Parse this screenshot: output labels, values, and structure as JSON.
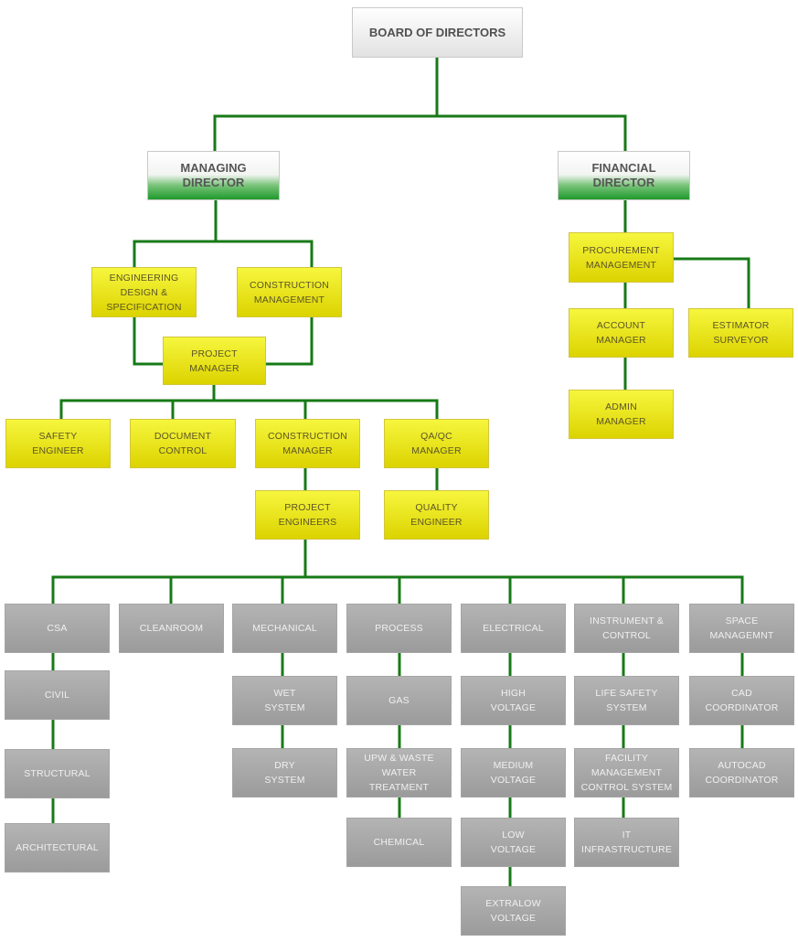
{
  "colors": {
    "connector": "#177a17",
    "yellow_box": "#e8e31a",
    "gray_box": "#a8a8a8",
    "green_accent": "#2a9a33"
  },
  "nodes": {
    "board": "BOARD OF DIRECTORS",
    "managing_director": "MANAGING\nDIRECTOR",
    "financial_director": "FINANCIAL\nDIRECTOR",
    "engineering_design": "ENGINEERING\nDESIGN &\nSPECIFICATION",
    "construction_management": "CONSTRUCTION\nMANAGEMENT",
    "project_manager": "PROJECT\nMANAGER",
    "safety_engineer": "SAFETY\nENGINEER",
    "document_control": "DOCUMENT\nCONTROL",
    "construction_manager": "CONSTRUCTION\nMANAGER",
    "qaqc_manager": "QA/QC\nMANAGER",
    "project_engineers": "PROJECT\nENGINEERS",
    "quality_engineer": "QUALITY\nENGINEER",
    "procurement_management": "PROCUREMENT\nMANAGEMENT",
    "account_manager": "ACCOUNT\nMANAGER",
    "estimator_surveyor": "ESTIMATOR\nSURVEYOR",
    "admin_manager": "ADMIN\nMANAGER",
    "csa": "CSA",
    "civil": "CIVIL",
    "structural": "STRUCTURAL",
    "architectural": "ARCHITECTURAL",
    "cleanroom": "CLEANROOM",
    "mechanical": "MECHANICAL",
    "wet_system": "WET\nSYSTEM",
    "dry_system": "DRY\nSYSTEM",
    "process": "PROCESS",
    "gas": "GAS",
    "upw_waste": "UPW & WASTE\nWATER\nTREATMENT",
    "chemical": "CHEMICAL",
    "electrical": "ELECTRICAL",
    "high_voltage": "HIGH\nVOLTAGE",
    "medium_voltage": "MEDIUM\nVOLTAGE",
    "low_voltage": "LOW\nVOLTAGE",
    "extralow_voltage": "EXTRALOW\nVOLTAGE",
    "instrument_control": "INSTRUMENT &\nCONTROL",
    "life_safety": "LIFE SAFETY\nSYSTEM",
    "facility_management": "FACILITY\nMANAGEMENT\nCONTROL SYSTEM",
    "it_infrastructure": "IT\nINFRASTRUCTURE",
    "space_management": "SPACE\nMANAGEMNT",
    "cad_coordinator": "CAD\nCOORDINATOR",
    "autocad_coordinator": "AUTOCAD\nCOORDINATOR"
  }
}
